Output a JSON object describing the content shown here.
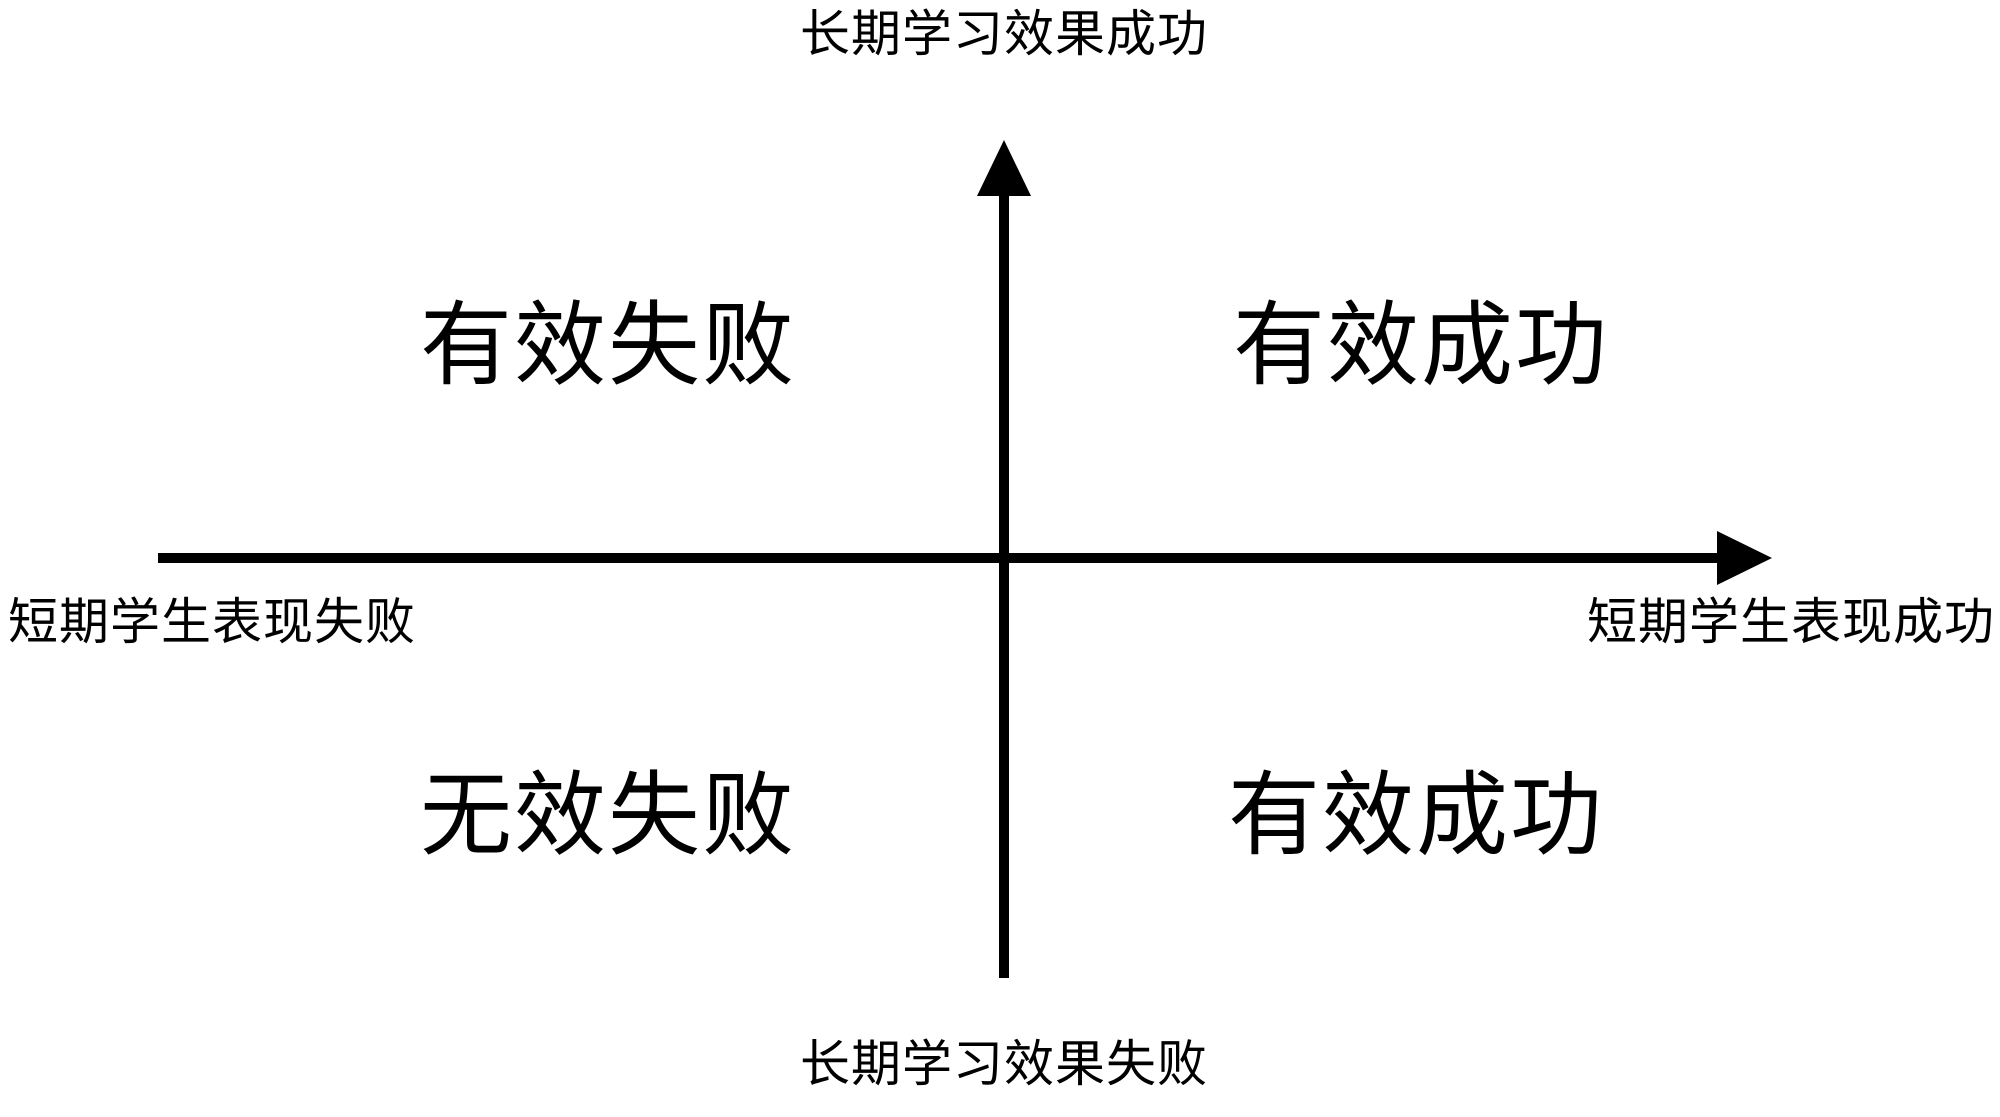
{
  "diagram": {
    "title": "长期学习效果成功",
    "background_color": "#ffffff",
    "line_color": "#000000",
    "text_color": "#000000",
    "axes": {
      "vertical": {
        "top_label": "长期学习效果成功",
        "bottom_label": "长期学习效果失败",
        "arrow": "up-arrow-icon"
      },
      "horizontal": {
        "left_label": "短期学生表现失败",
        "right_label": "短期学生表现成功",
        "arrow": "right-arrow-icon"
      }
    },
    "quadrants": {
      "top_left": "有效失败",
      "top_right": "有效成功",
      "bottom_left": "无效失败",
      "bottom_right": "有效成功"
    }
  }
}
